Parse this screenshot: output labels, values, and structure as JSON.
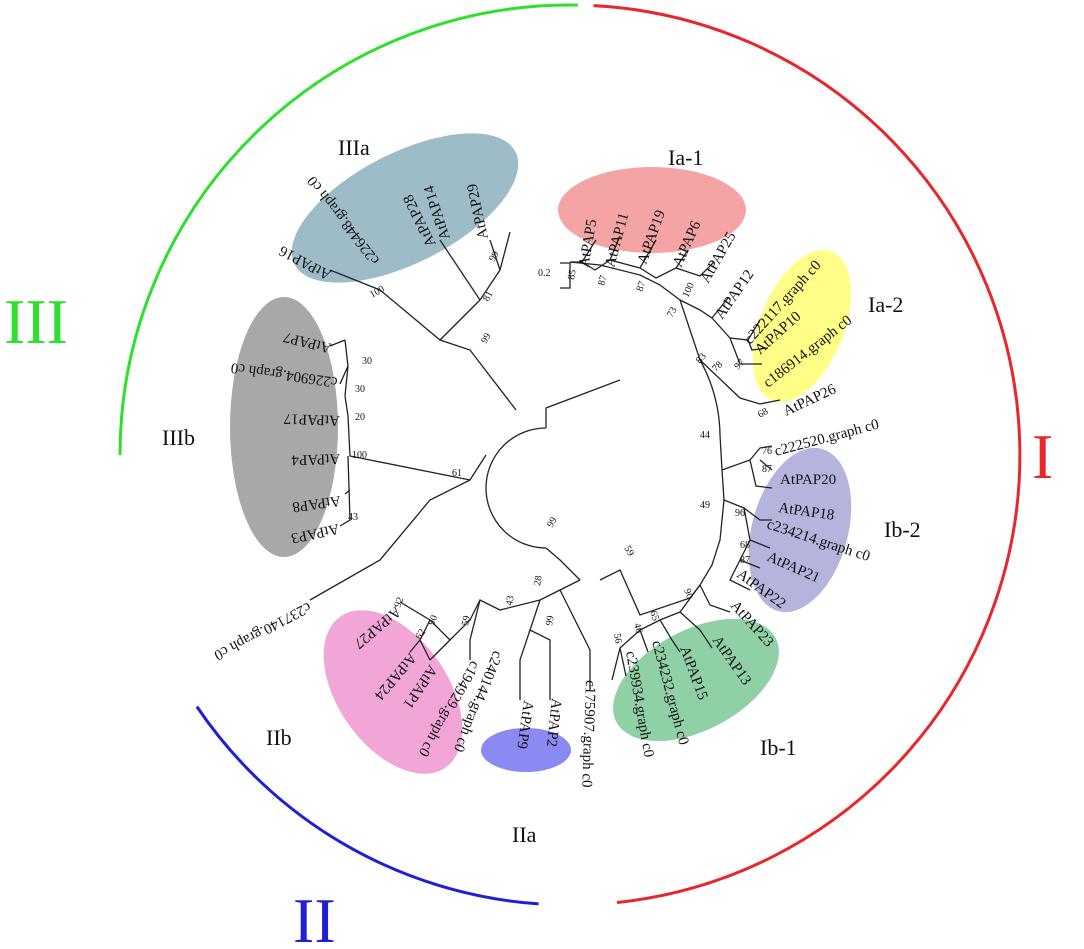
{
  "scale_bar_label": "0.2",
  "clades": [
    {
      "label": "I",
      "color": "#e8262b"
    },
    {
      "label": "II",
      "color": "#1f1fd6"
    },
    {
      "label": "III",
      "color": "#2ee02e"
    }
  ],
  "subgroups": [
    {
      "label": "Ia-1",
      "color": "#f4a4a4"
    },
    {
      "label": "Ia-2",
      "color": "#ffff88"
    },
    {
      "label": "Ib-1",
      "color": "#8fd0a6"
    },
    {
      "label": "Ib-2",
      "color": "#b4b4dc"
    },
    {
      "label": "IIa",
      "color": "#8a8af2"
    },
    {
      "label": "IIb",
      "color": "#f2a6d8"
    },
    {
      "label": "IIIa",
      "color": "#9dbcc8"
    },
    {
      "label": "IIIb",
      "color": "#a8a8a8"
    }
  ],
  "leaves": [
    "AtPAP5",
    "AtPAP11",
    "AtPAP19",
    "AtPAP6",
    "AtPAP25",
    "AtPAP12",
    "c222117.graph c0",
    "AtPAP10",
    "c186914.graph c0",
    "AtPAP26",
    "c222520.graph c0",
    "AtPAP20",
    "AtPAP18",
    "c234214.graph c0",
    "AtPAP21",
    "AtPAP22",
    "AtPAP23",
    "AtPAP13",
    "AtPAP15",
    "c234232.graph c0",
    "c239934.graph c0",
    "c175907.graph c0",
    "AtPAP2",
    "AtPAP9",
    "c240144.graph c0",
    "c194929.graph c0",
    "AtPAP1",
    "AtPAP24",
    "AtPAP27",
    "c237140.graph c0",
    "AtPAP3",
    "AtPAP8",
    "AtPAP4",
    "AtPAP17",
    "c226904.graph c0",
    "AtPAP7",
    "AtPAP16",
    "c226448.graph c0",
    "AtPAP28",
    "AtPAP14",
    "AtPAP29"
  ],
  "bootstrap": [
    "85",
    "87",
    "87",
    "100",
    "73",
    "83",
    "97",
    "78",
    "68",
    "44",
    "76",
    "87",
    "96",
    "68",
    "87",
    "49",
    "90",
    "65",
    "46",
    "56",
    "59",
    "28",
    "99",
    "43",
    "59",
    "90",
    "92",
    "62",
    "99",
    "61",
    "100",
    "43",
    "20",
    "30",
    "30",
    "99",
    "100",
    "81",
    "99"
  ]
}
